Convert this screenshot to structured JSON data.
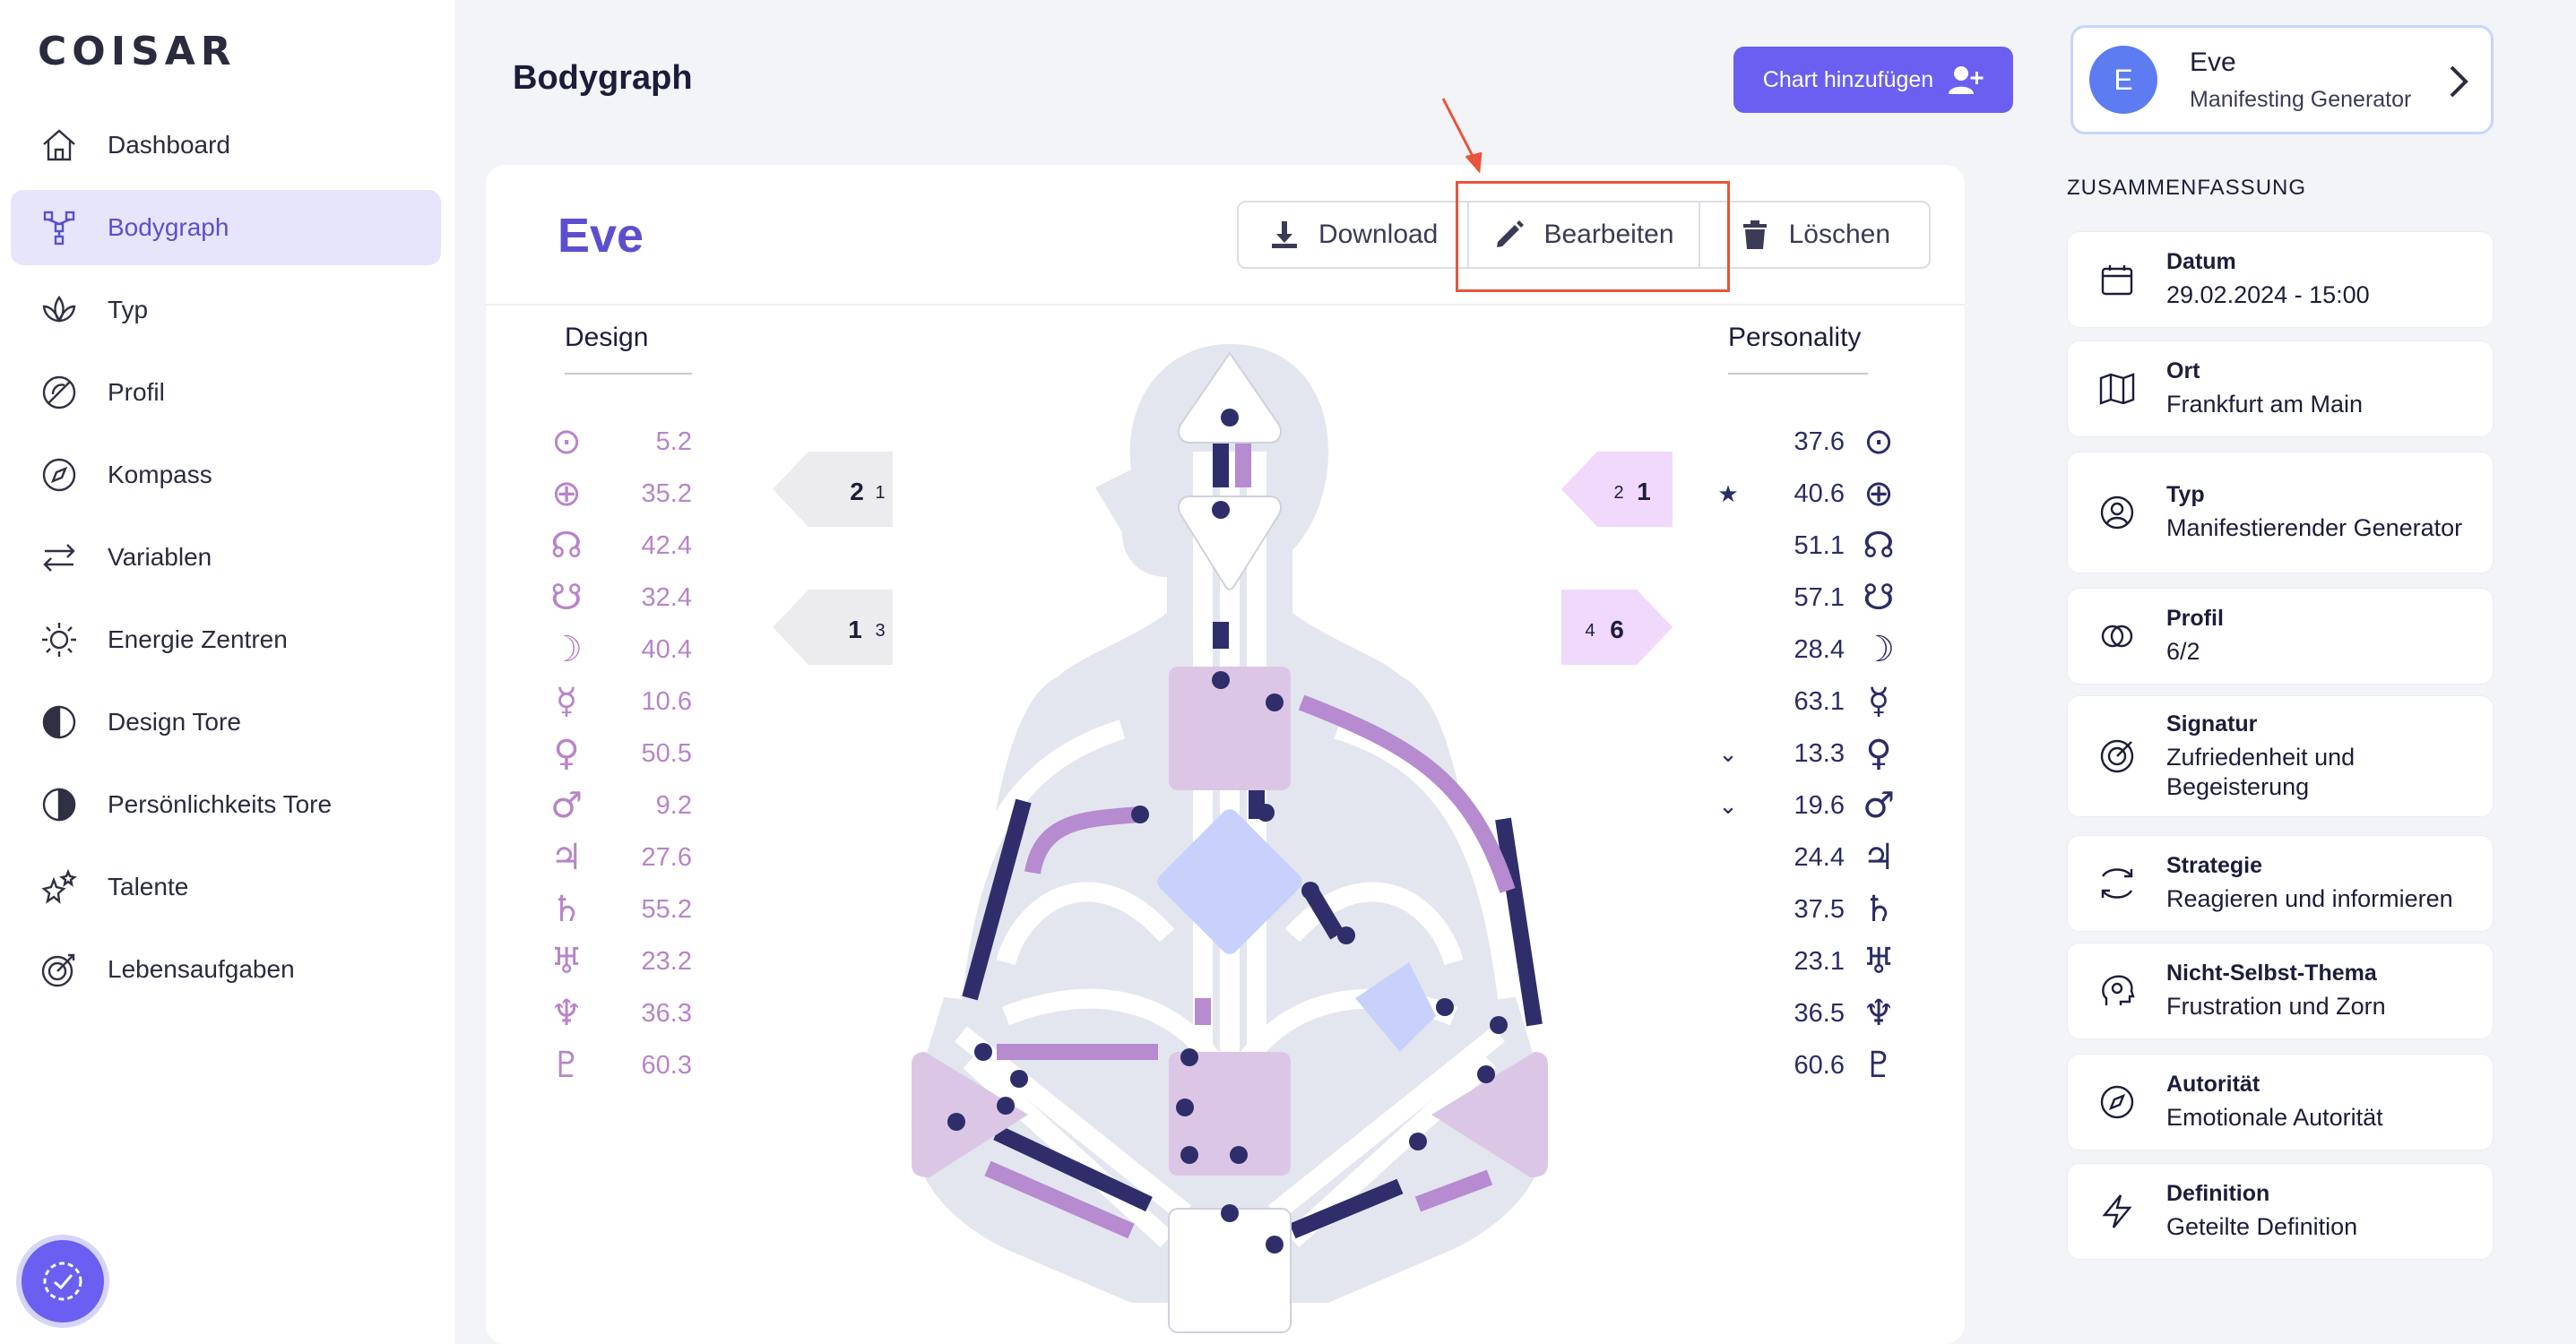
{
  "app": {
    "logo": "COISAR"
  },
  "sidebar": {
    "items": [
      {
        "label": "Dashboard",
        "icon": "home-icon"
      },
      {
        "label": "Bodygraph",
        "icon": "bodygraph-icon",
        "active": true
      },
      {
        "label": "Typ",
        "icon": "lotus-icon"
      },
      {
        "label": "Profil",
        "icon": "profile-icon"
      },
      {
        "label": "Kompass",
        "icon": "compass-icon"
      },
      {
        "label": "Variablen",
        "icon": "arrows-icon"
      },
      {
        "label": "Energie Zentren",
        "icon": "energy-icon"
      },
      {
        "label": "Design Tore",
        "icon": "half-circle-icon"
      },
      {
        "label": "Persönlichkeits Tore",
        "icon": "half-circle-outline-icon"
      },
      {
        "label": "Talente",
        "icon": "stars-icon"
      },
      {
        "label": "Lebensaufgaben",
        "icon": "target-icon"
      }
    ]
  },
  "header": {
    "title": "Bodygraph",
    "add_chart_label": "Chart hinzufügen"
  },
  "profile": {
    "initial": "E",
    "name": "Eve",
    "type": "Manifesting Generator"
  },
  "summary": {
    "title": "ZUSAMMENFASSUNG",
    "items": [
      {
        "label": "Datum",
        "value": "29.02.2024 - 15:00",
        "icon": "calendar-icon"
      },
      {
        "label": "Ort",
        "value": "Frankfurt am Main",
        "icon": "map-icon"
      },
      {
        "label": "Typ",
        "value": "Manifestierender Generator",
        "icon": "user-circle-icon"
      },
      {
        "label": "Profil",
        "value": "6/2",
        "icon": "circles-icon"
      },
      {
        "label": "Signatur",
        "value": "Zufriedenheit und Begeisterung",
        "icon": "signature-icon"
      },
      {
        "label": "Strategie",
        "value": "Reagieren und informieren",
        "icon": "strategy-icon"
      },
      {
        "label": "Nicht-Selbst-Thema",
        "value": "Frustration und Zorn",
        "icon": "gear-head-icon"
      },
      {
        "label": "Autorität",
        "value": "Emotionale Autorität",
        "icon": "compass-icon"
      },
      {
        "label": "Definition",
        "value": "Geteilte Definition",
        "icon": "bolt-icon"
      }
    ]
  },
  "chart": {
    "name": "Eve",
    "actions": {
      "download": "Download",
      "edit": "Bearbeiten",
      "delete": "Löschen"
    },
    "design_label": "Design",
    "personality_label": "Personality",
    "design_values": [
      "5.2",
      "35.2",
      "42.4",
      "32.4",
      "40.4",
      "10.6",
      "50.5",
      "9.2",
      "27.6",
      "55.2",
      "23.2",
      "36.3",
      "60.3"
    ],
    "personality_values": [
      "37.6",
      "40.6",
      "51.1",
      "57.1",
      "28.4",
      "63.1",
      "13.3",
      "19.6",
      "24.4",
      "37.5",
      "23.1",
      "36.5",
      "60.6"
    ],
    "personality_marks": [
      "",
      "★",
      "",
      "",
      "",
      "",
      "⌄",
      "⌄",
      "",
      "",
      "",
      "",
      ""
    ],
    "glyphs": [
      "⊙",
      "⊕",
      "☊",
      "☋",
      "☽",
      "☿",
      "♀",
      "♂",
      "♃",
      "♄",
      "♅",
      "♆",
      "♇"
    ],
    "design_arrows": [
      {
        "a": "2",
        "b": "1"
      },
      {
        "a": "1",
        "b": "3"
      }
    ],
    "personality_arrows": [
      {
        "a": "2",
        "b": "1"
      },
      {
        "a": "4",
        "b": "6"
      }
    ]
  },
  "colors": {
    "accent": "#6a5ff0",
    "design": "#b884c9",
    "personality": "#2b2c66",
    "center": "#dcc6e6",
    "center_blue": "#c8d1fb"
  }
}
